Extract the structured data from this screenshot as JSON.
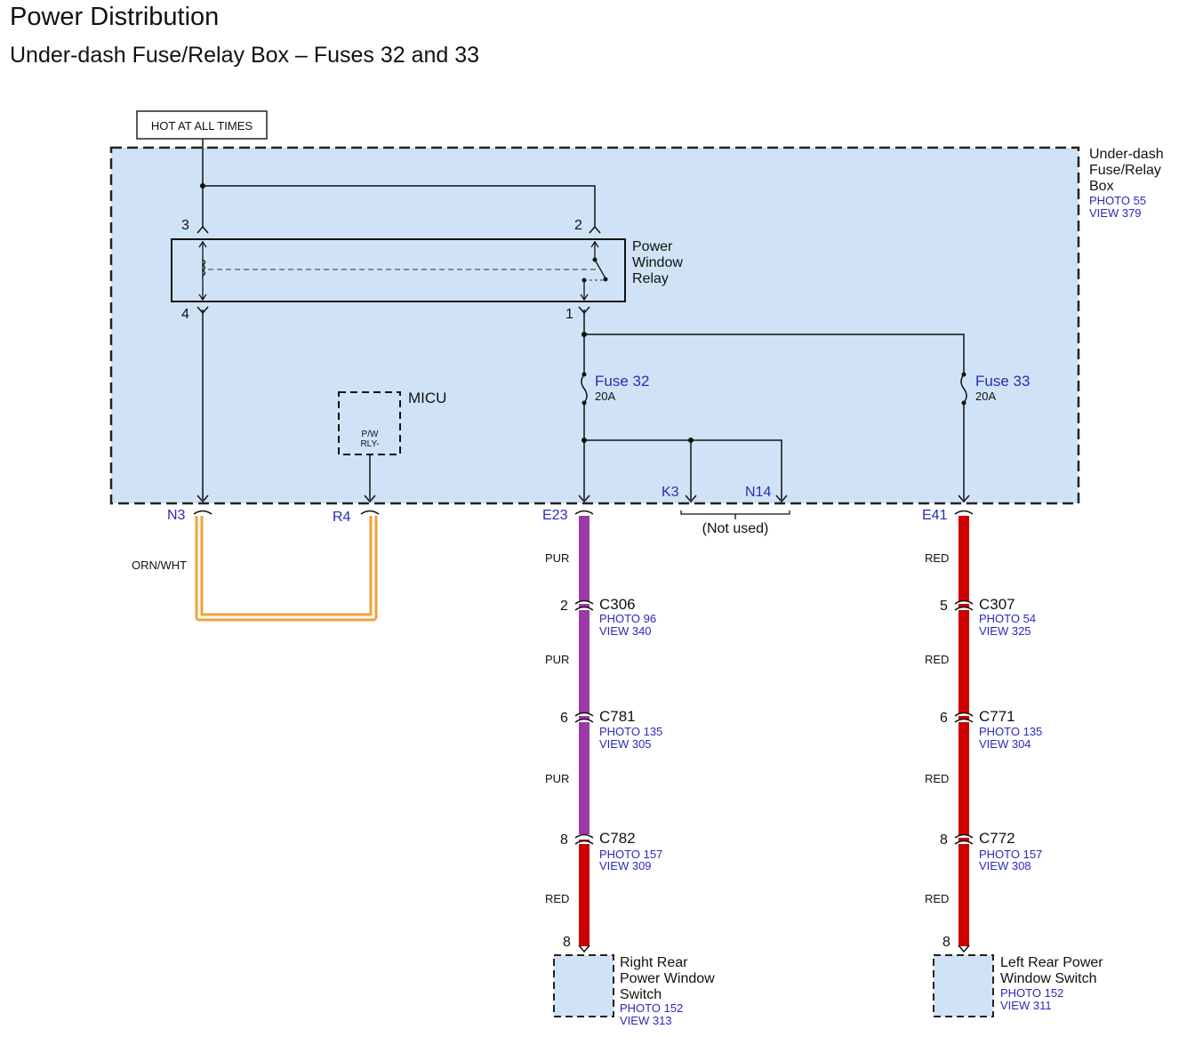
{
  "header": {
    "title": "Power Distribution",
    "subtitle": "Under-dash Fuse/Relay Box – Fuses 32 and 33"
  },
  "colors": {
    "box_fill": "#d0e3f6",
    "label_blue": "#2a2ab8",
    "wire_orn_wht": "#f0a23a",
    "wire_pur": "#9b3aa6",
    "wire_red": "#cc0000"
  },
  "hot": "HOT AT ALL TIMES",
  "fusebox": {
    "name_lines": [
      "Under-dash",
      "Fuse/Relay",
      "Box"
    ],
    "photo": "PHOTO 55",
    "view": "VIEW 379"
  },
  "relay": {
    "name_lines": [
      "Power",
      "Window",
      "Relay"
    ],
    "pins": {
      "p3": "3",
      "p2": "2",
      "p4": "4",
      "p1": "1"
    }
  },
  "micu": {
    "name": "MICU",
    "term_lines": [
      "P/W",
      "RLY-"
    ]
  },
  "fuses": [
    {
      "name": "Fuse 32",
      "rating": "20A"
    },
    {
      "name": "Fuse 33",
      "rating": "20A"
    }
  ],
  "terminals": {
    "n3": "N3",
    "r4": "R4",
    "e23": "E23",
    "k3": "K3",
    "n14": "N14",
    "e41": "E41",
    "not_used": "(Not used)"
  },
  "wire_colors": {
    "orn_wht": "ORN/WHT",
    "left": [
      "PUR",
      "PUR",
      "PUR",
      "RED"
    ],
    "right": [
      "RED",
      "RED",
      "RED",
      "RED"
    ]
  },
  "connectors_left": [
    {
      "pin": "2",
      "name": "C306",
      "photo": "PHOTO 96",
      "view": "VIEW 340"
    },
    {
      "pin": "6",
      "name": "C781",
      "photo": "PHOTO 135",
      "view": "VIEW 305"
    },
    {
      "pin": "8",
      "name": "C782",
      "photo": "PHOTO 157",
      "view": "VIEW 309"
    }
  ],
  "connectors_right": [
    {
      "pin": "5",
      "name": "C307",
      "photo": "PHOTO 54",
      "view": "VIEW 325"
    },
    {
      "pin": "6",
      "name": "C771",
      "photo": "PHOTO 135",
      "view": "VIEW 304"
    },
    {
      "pin": "8",
      "name": "C772",
      "photo": "PHOTO 157",
      "view": "VIEW 308"
    }
  ],
  "switches": {
    "right_rear": {
      "pin": "8",
      "name_lines": [
        "Right Rear",
        "Power Window",
        "Switch"
      ],
      "photo": "PHOTO 152",
      "view": "VIEW 313"
    },
    "left_rear": {
      "pin": "8",
      "name_lines": [
        "Left Rear Power",
        "Window Switch"
      ],
      "photo": "PHOTO 152",
      "view": "VIEW 311"
    }
  }
}
